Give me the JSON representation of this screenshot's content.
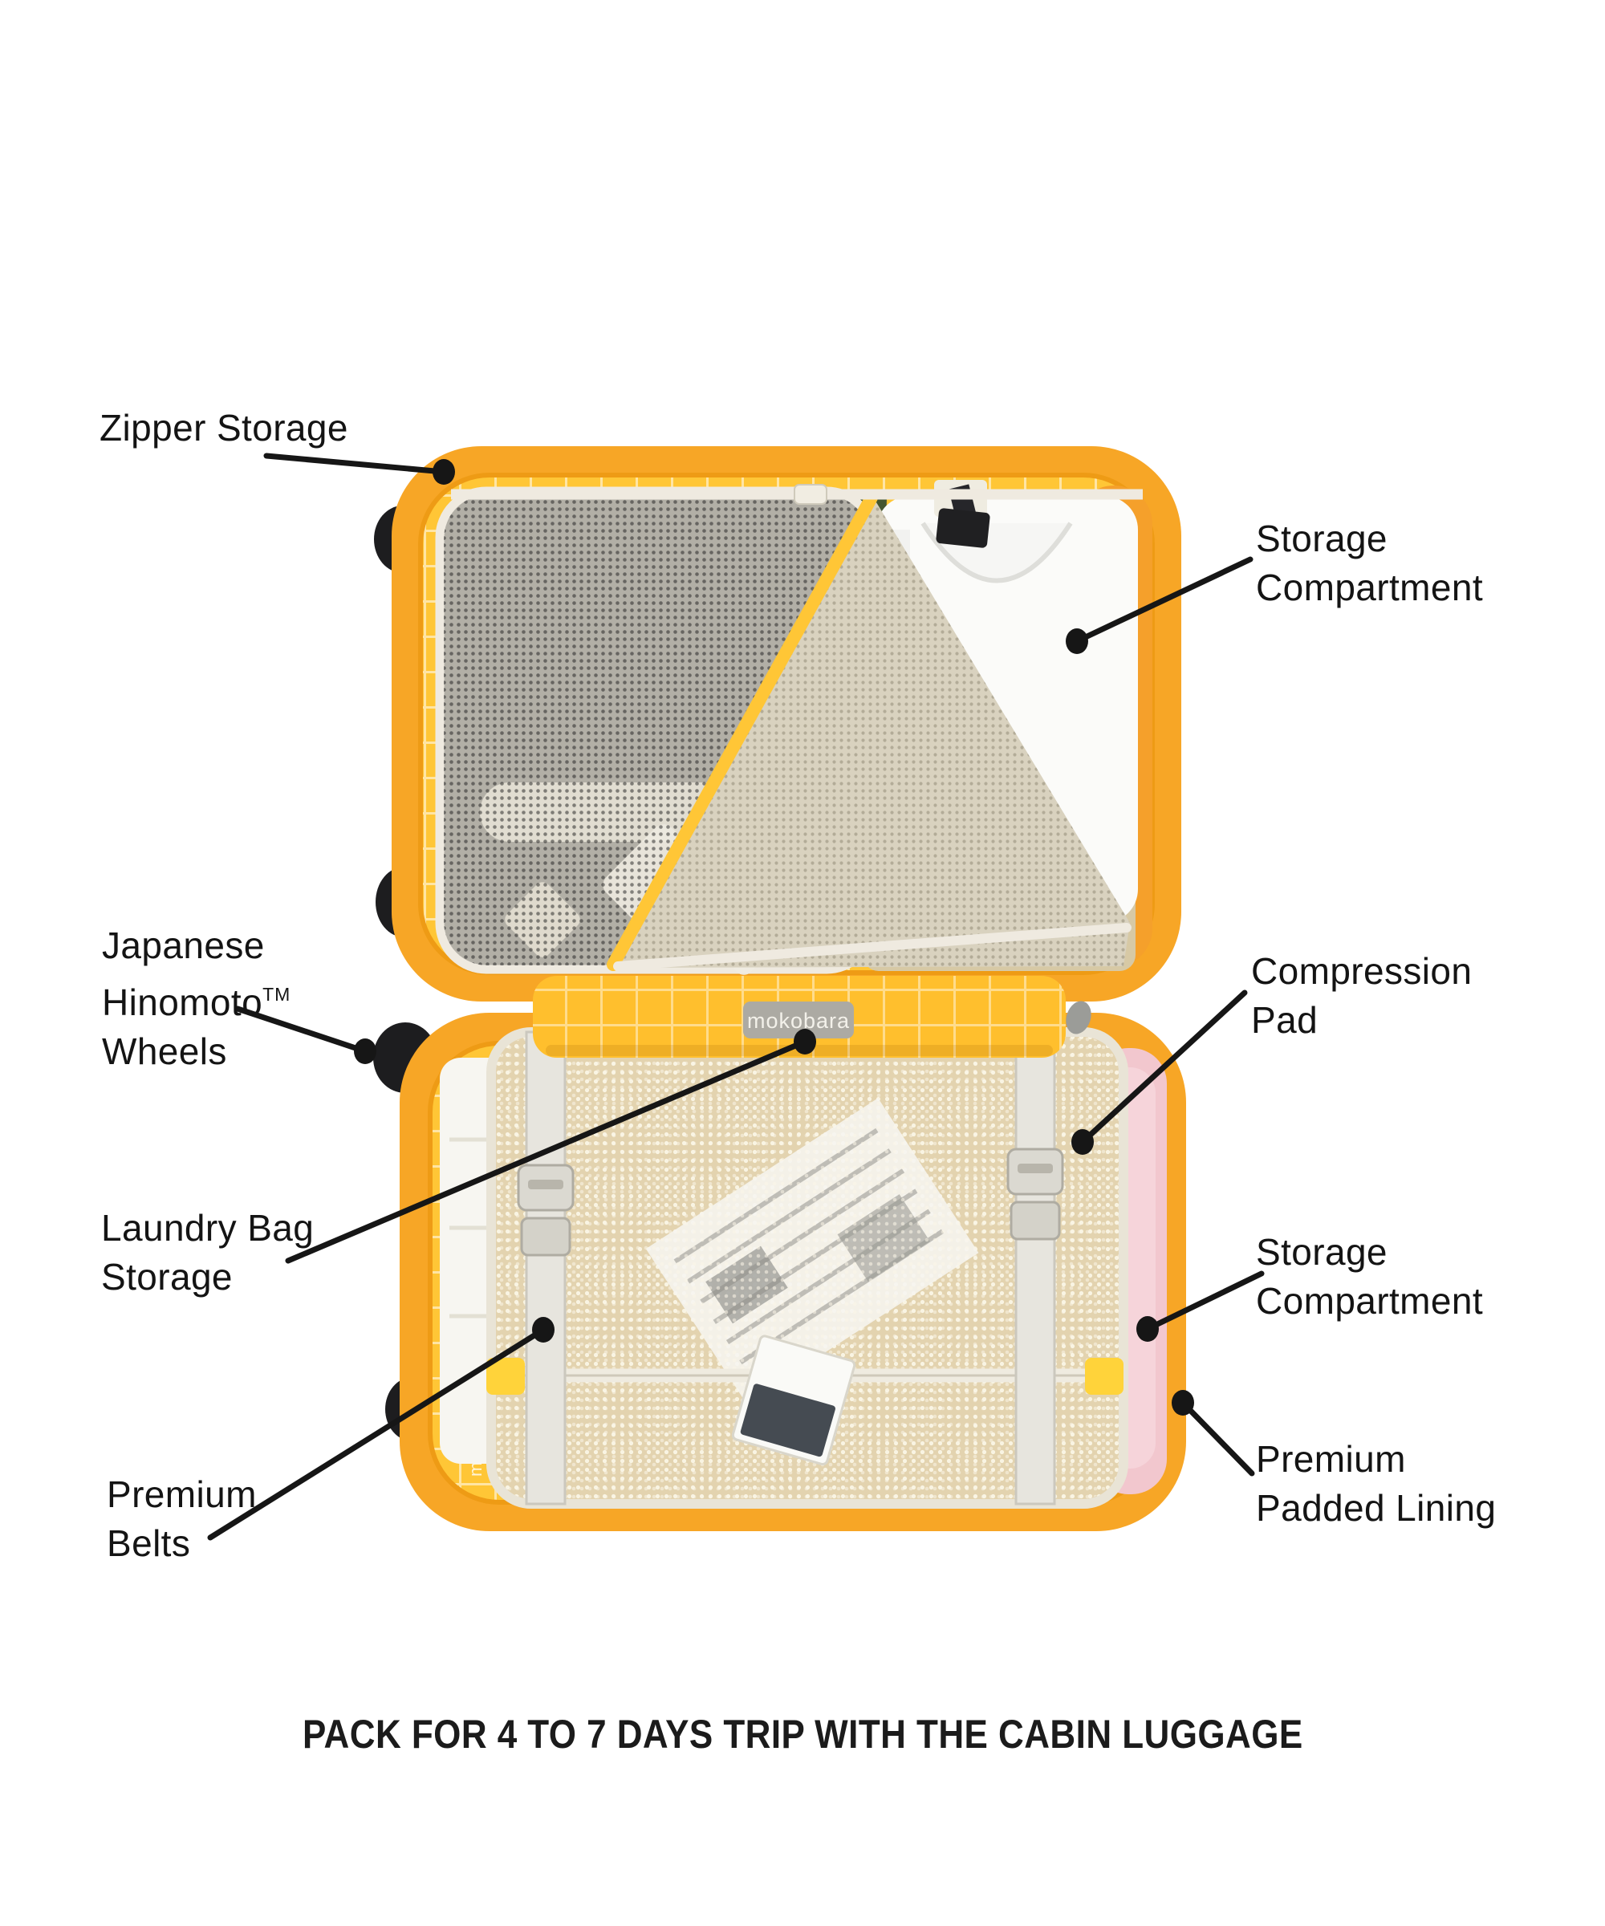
{
  "suitcase": {
    "brand_tag": "mokobara",
    "monogram": "m"
  },
  "annotations": {
    "zipper_storage": {
      "label": "Zipper Storage"
    },
    "storage_compartment_top": {
      "line1": "Storage",
      "line2": "Compartment"
    },
    "hinomoto_wheels": {
      "line1": "Japanese",
      "line2": "Hinomoto",
      "trademark": "TM",
      "line3": "Wheels"
    },
    "compression_pad": {
      "line1": "Compression",
      "line2": "Pad"
    },
    "laundry_bag_storage": {
      "line1": "Laundry Bag",
      "line2": "Storage"
    },
    "storage_compartment_bottom": {
      "line1": "Storage",
      "line2": "Compartment"
    },
    "premium_belts": {
      "line1": "Premium",
      "line2": "Belts"
    },
    "premium_padded_lining": {
      "line1": "Premium",
      "line2": "Padded Lining"
    }
  },
  "caption": "PACK FOR 4 TO 7 DAYS TRIP WITH THE CABIN LUGGAGE",
  "colors": {
    "shell_orange": "#F7A626",
    "lining_yellow": "#FFC636",
    "mesh_grey": "#B2AFA6",
    "pad_beige": "#E3D3AF",
    "strap_grey": "#E7E5DE",
    "towel_pink": "#F2C7CE",
    "garment_green": "#45552F",
    "tag_grey": "#ACAAA3",
    "callout_black": "#161616"
  }
}
